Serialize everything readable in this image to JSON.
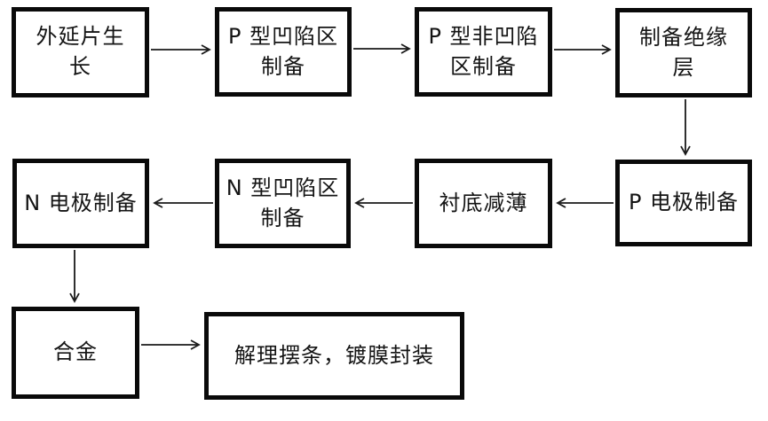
{
  "diagram": {
    "type": "flowchart",
    "background_color": "#ffffff",
    "box_border_color": "#0a0a0a",
    "text_color": "#141414",
    "arrow_color": "#1a1a1a",
    "nodes": [
      {
        "id": "epitaxial-wafer-growth",
        "label": "外延片生\n长"
      },
      {
        "id": "p-recess-region-prep",
        "label": "P 型凹陷区\n制备"
      },
      {
        "id": "p-non-recess-region-prep",
        "label": "P 型非凹陷\n区制备"
      },
      {
        "id": "insulation-layer-prep",
        "label": "制备绝缘\n层"
      },
      {
        "id": "n-electrode-prep",
        "label": "N 电极制备"
      },
      {
        "id": "n-recess-region-prep",
        "label": "N 型凹陷区\n制备"
      },
      {
        "id": "substrate-thinning",
        "label": "衬底减薄"
      },
      {
        "id": "p-electrode-prep",
        "label": "P 电极制备"
      },
      {
        "id": "alloy",
        "label": "合金"
      },
      {
        "id": "cleave-bars-coating-packaging",
        "label": "解理摆条，镀膜封装"
      }
    ],
    "edges": [
      {
        "from": "epitaxial-wafer-growth",
        "to": "p-recess-region-prep",
        "direction": "right"
      },
      {
        "from": "p-recess-region-prep",
        "to": "p-non-recess-region-prep",
        "direction": "right"
      },
      {
        "from": "p-non-recess-region-prep",
        "to": "insulation-layer-prep",
        "direction": "right"
      },
      {
        "from": "insulation-layer-prep",
        "to": "p-electrode-prep",
        "direction": "down"
      },
      {
        "from": "p-electrode-prep",
        "to": "substrate-thinning",
        "direction": "left"
      },
      {
        "from": "substrate-thinning",
        "to": "n-recess-region-prep",
        "direction": "left"
      },
      {
        "from": "n-recess-region-prep",
        "to": "n-electrode-prep",
        "direction": "left"
      },
      {
        "from": "n-electrode-prep",
        "to": "alloy",
        "direction": "down"
      },
      {
        "from": "alloy",
        "to": "cleave-bars-coating-packaging",
        "direction": "right"
      }
    ]
  }
}
